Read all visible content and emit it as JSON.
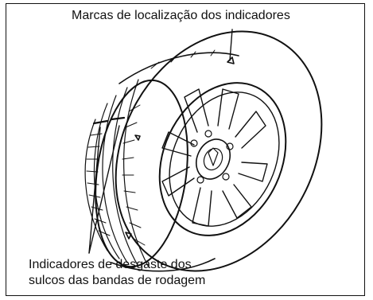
{
  "figure": {
    "label_top": "Marcas de localização dos indicadores",
    "label_bottom_line1": "Indicadores de desgaste dos",
    "label_bottom_line2": "sulcos das bandas de rodagem",
    "stroke_color": "#111111",
    "background": "#ffffff"
  }
}
